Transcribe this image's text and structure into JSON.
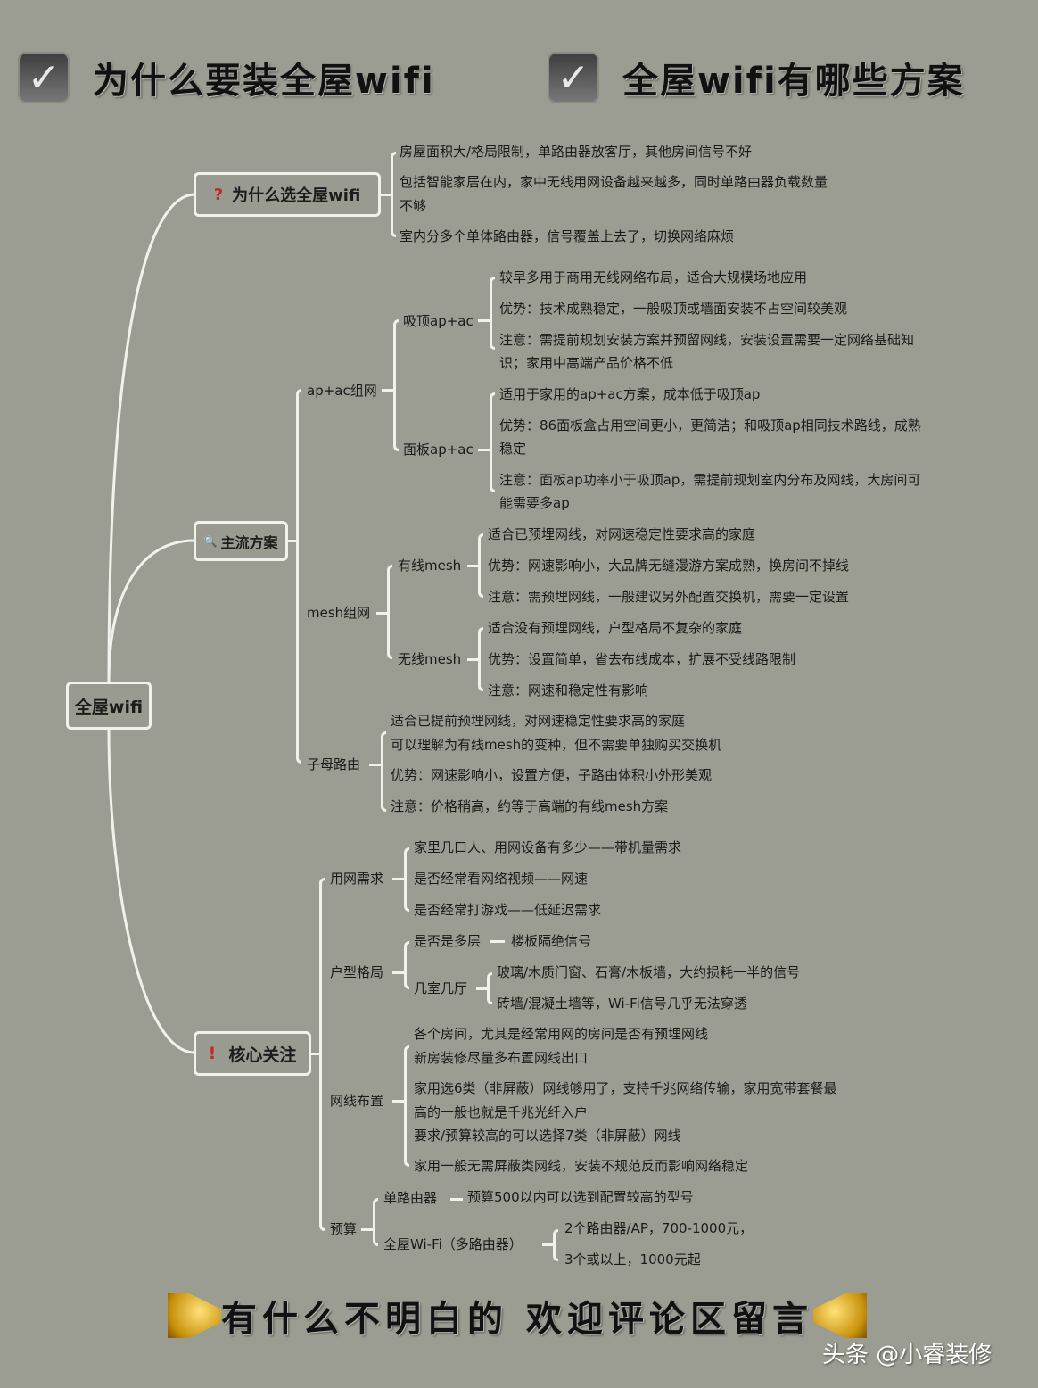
{
  "header": {
    "left_title": "为什么要装全屋wifi",
    "right_title": "全屋wifi有哪些方案",
    "check_icon": "✓"
  },
  "root": {
    "label": "全屋wifi"
  },
  "branches": {
    "why": {
      "icon": "?",
      "icon_color": "#c0282c",
      "label": "为什么选全屋wifi",
      "items": [
        "房屋面积大/格局限制，单路由器放客厅，其他房间信号不好",
        "包括智能家居在内，家中无线用网设备越来越多，同时单路由器负载数量",
        "不够",
        "室内分多个单体路由器，信号覆盖上去了，切换网络麻烦"
      ]
    },
    "main": {
      "icon": "🔍",
      "label": "主流方案",
      "apac": {
        "label": "ap+ac组网",
        "ceiling": {
          "label": "吸顶ap+ac",
          "items": [
            "较早多用于商用无线网络布局，适合大规模场地应用",
            "优势：技术成熟稳定，一般吸顶或墙面安装不占空间较美观",
            "注意：需提前规划安装方案并预留网线，安装设置需要一定网络基础知",
            "识；家用中高端产品价格不低"
          ]
        },
        "panel": {
          "label": "面板ap+ac",
          "items": [
            "适用于家用的ap+ac方案，成本低于吸顶ap",
            "优势：86面板盒占用空间更小，更简洁；和吸顶ap相同技术路线，成熟",
            "稳定",
            "注意：面板ap功率小于吸顶ap，需提前规划室内分布及网线，大房间可",
            "能需要多ap"
          ]
        }
      },
      "mesh": {
        "label": "mesh组网",
        "wired": {
          "label": "有线mesh",
          "items": [
            "适合已预埋网线，对网速稳定性要求高的家庭",
            "优势：网速影响小，大品牌无缝漫游方案成熟，换房间不掉线",
            "注意：需预埋网线，一般建议另外配置交换机，需要一定设置"
          ]
        },
        "wireless": {
          "label": "无线mesh",
          "items": [
            "适合没有预埋网线，户型格局不复杂的家庭",
            "优势：设置简单，省去布线成本，扩展不受线路限制",
            "注意：网速和稳定性有影响"
          ]
        }
      },
      "submother": {
        "label": "子母路由",
        "items": [
          "适合已提前预埋网线，对网速稳定性要求高的家庭",
          "可以理解为有线mesh的变种，但不需要单独购买交换机",
          "优势：网速影响小，设置方便，子路由体积小外形美观",
          "注意：价格稍高，约等于高端的有线mesh方案"
        ]
      }
    },
    "core": {
      "icon": "!",
      "icon_color": "#c0282c",
      "label": "核心关注",
      "demand": {
        "label": "用网需求",
        "items": [
          "家里几口人、用网设备有多少——带机量需求",
          "是否经常看网络视频——网速",
          "是否经常打游戏——低延迟需求"
        ]
      },
      "layout": {
        "label": "户型格局",
        "multi": "是否是多层",
        "multi_result": "楼板隔绝信号",
        "rooms": {
          "label": "几室几厅",
          "items": [
            "玻璃/木质门窗、石膏/木板墙，大约损耗一半的信号",
            "砖墙/混凝土墙等，Wi-Fi信号几乎无法穿透"
          ]
        }
      },
      "cabling": {
        "label": "网线布置",
        "items": [
          "各个房间，尤其是经常用网的房间是否有预埋网线",
          "新房装修尽量多布置网线出口",
          "家用选6类（非屏蔽）网线够用了，支持千兆网络传输，家用宽带套餐最",
          "高的一般也就是千兆光纤入户",
          "要求/预算较高的可以选择7类（非屏蔽）网线",
          "家用一般无需屏蔽类网线，安装不规范反而影响网络稳定"
        ]
      },
      "budget": {
        "label": "预算",
        "single": "单路由器",
        "single_result": "预算500以内可以选到配置较高的型号",
        "whole": {
          "label": "全屋Wi-Fi（多路由器）",
          "items": [
            "2个路由器/AP，700-1000元，",
            "3个或以上，1000元起"
          ]
        }
      }
    }
  },
  "footer": {
    "text": "有什么不明白的  欢迎评论区留言",
    "watermark": "头条 @小睿装修"
  }
}
